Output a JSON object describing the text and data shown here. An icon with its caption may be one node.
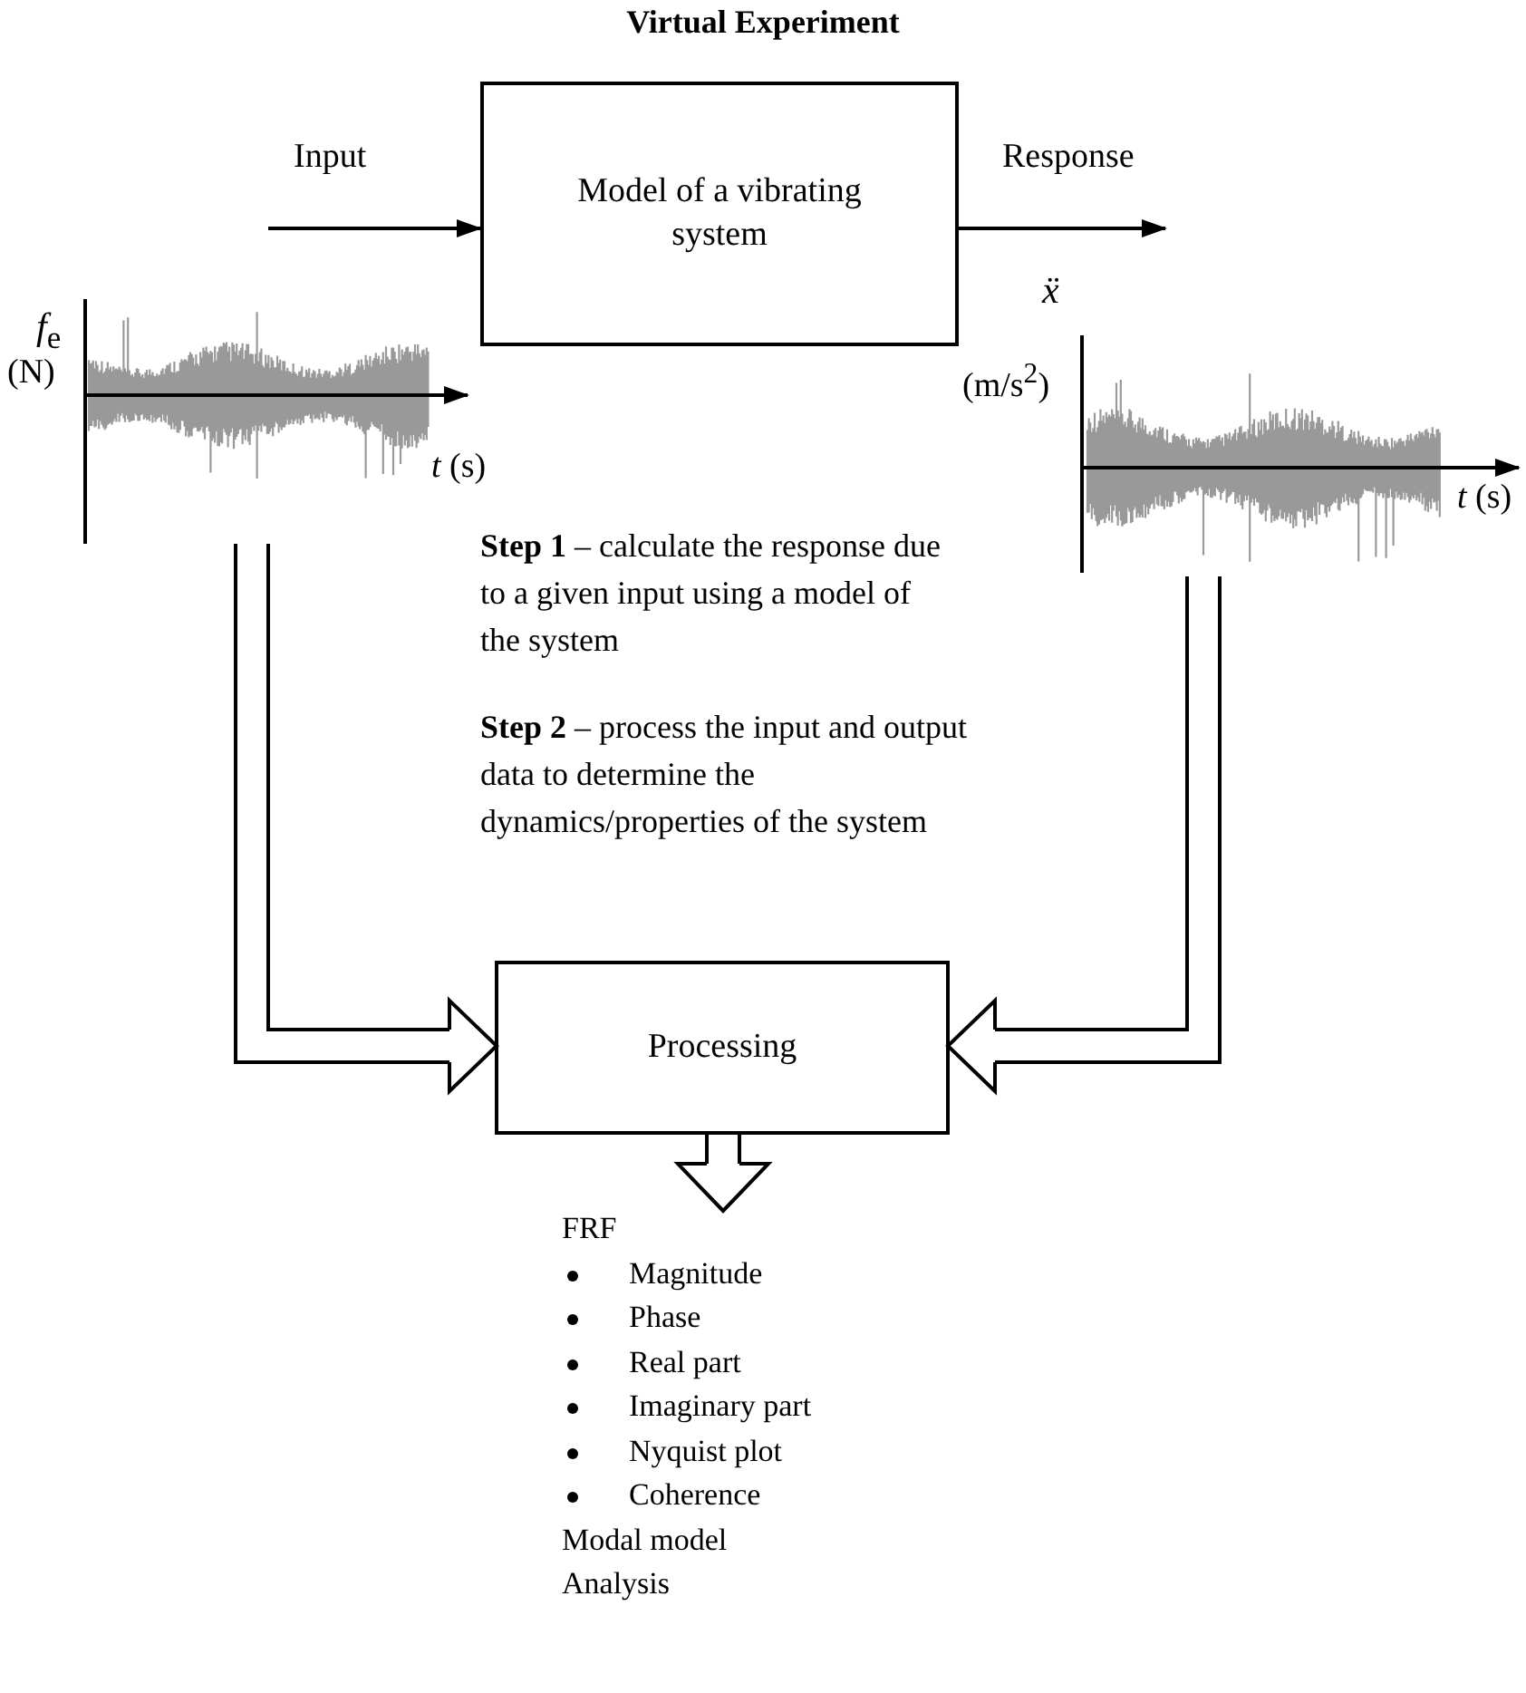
{
  "diagram": {
    "title": "Virtual Experiment",
    "nodes": [
      {
        "text": [
          "Model of a vibrating system"
        ]
      },
      {
        "text": [],
        "shape": "picture"
      },
      {
        "text": [],
        "shape": "picture"
      },
      {
        "text": [
          "Processing"
        ]
      },
      {
        "text": [
          "FRF",
          "Magnitude",
          "Phase",
          "Real part",
          "Imaginary part",
          "Nyquist plot",
          "Coherence",
          "Modal model",
          "Analysis"
        ]
      }
    ],
    "edges": [
      {
        "from": null,
        "to": 0,
        "arrow": "to",
        "label": "Input"
      },
      {
        "from": 0,
        "to": null,
        "arrow": "to",
        "label": "Response"
      },
      {
        "from": 1,
        "to": 3,
        "arrow": "to"
      },
      {
        "from": 2,
        "to": 3,
        "arrow": "to"
      },
      {
        "from": 3,
        "to": 4,
        "arrow": "to"
      }
    ],
    "labels": [
      "*f*$_{e}$",
      "(N)",
      "*t* (s)",
      "ẍ",
      "(m/s$^{2}$)",
      "*t* (s)",
      "**Step 1** – calculate the response due to a given input using a model of the system",
      "**Step 2** – process the input and output data to determine the dynamics/properties of the system"
    ]
  }
}
